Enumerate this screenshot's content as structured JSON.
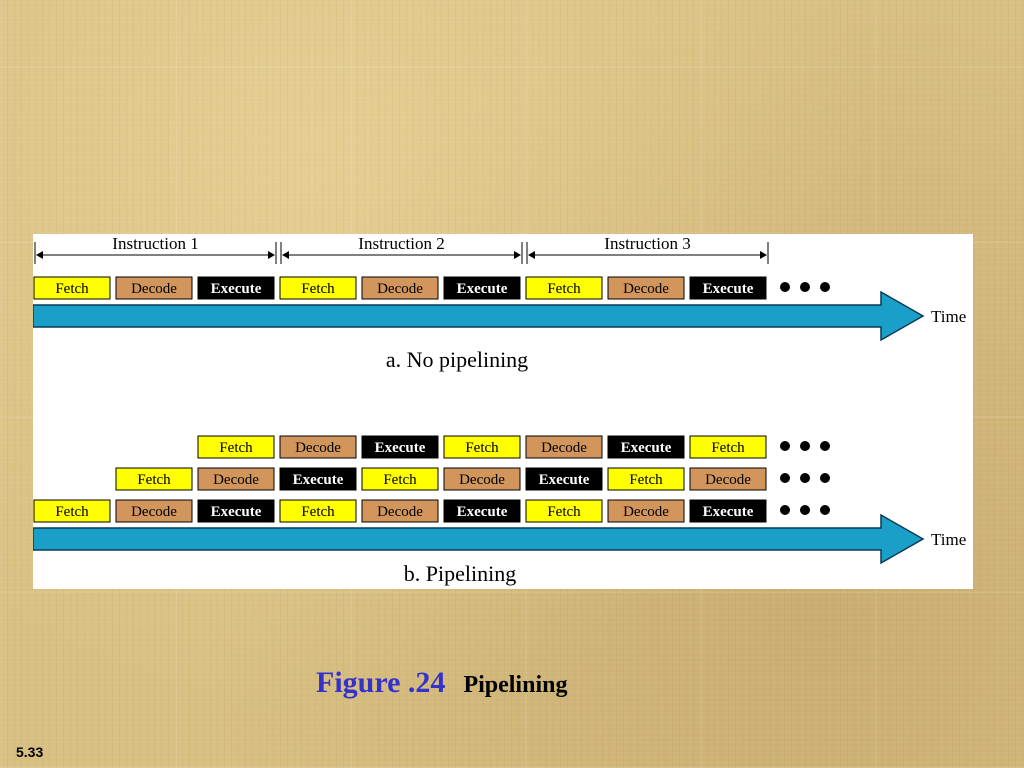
{
  "diagram": {
    "colors": {
      "fetch": "#ffff00",
      "decode": "#d2955c",
      "execute": "#000000",
      "time_arrow": "#1aa0c8"
    },
    "no_pipelining": {
      "caption": "a. No pipelining",
      "instructions": [
        "Instruction 1",
        "Instruction 2",
        "Instruction 3"
      ],
      "stages": [
        "Fetch",
        "Decode",
        "Execute",
        "Fetch",
        "Decode",
        "Execute",
        "Fetch",
        "Decode",
        "Execute"
      ],
      "time_label": "Time"
    },
    "pipelining": {
      "caption": "b. Pipelining",
      "rows": [
        [
          "Fetch",
          "Decode",
          "Execute",
          "Fetch",
          "Decode",
          "Execute",
          "Fetch"
        ],
        [
          "Fetch",
          "Decode",
          "Execute",
          "Fetch",
          "Decode",
          "Execute",
          "Fetch",
          "Decode"
        ],
        [
          "Fetch",
          "Decode",
          "Execute",
          "Fetch",
          "Decode",
          "Execute",
          "Fetch",
          "Decode",
          "Execute"
        ]
      ],
      "time_label": "Time"
    }
  },
  "figure": {
    "number": "Figure .24",
    "title": "Pipelining"
  },
  "slide_number": "5.33"
}
